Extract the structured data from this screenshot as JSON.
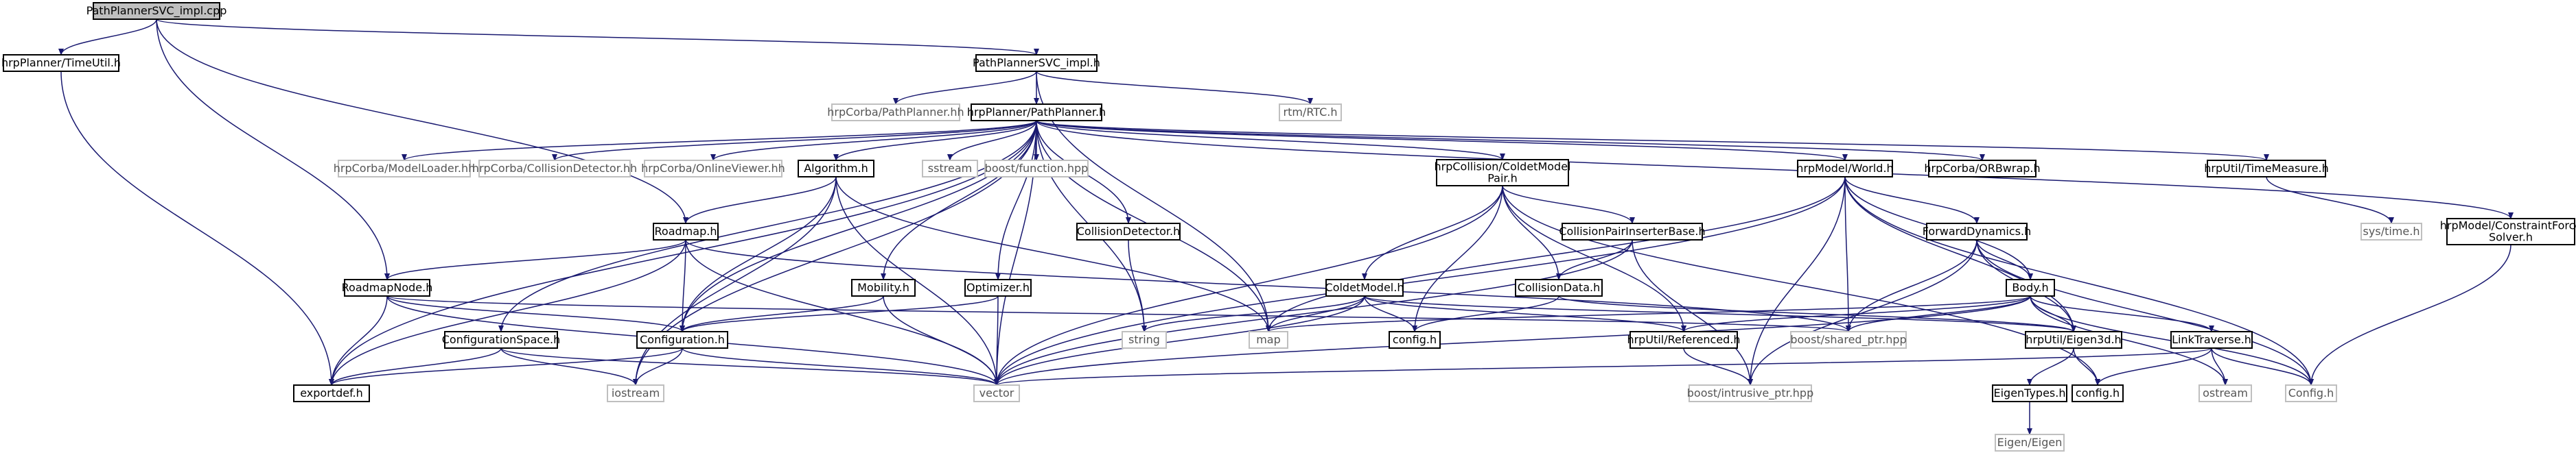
{
  "diagram": {
    "nodes": {
      "PathPlannerSVC_impl_cpp": {
        "lines": [
          "PathPlannerSVC_impl.cpp"
        ],
        "style": "root"
      },
      "hrpPlanner_TimeUtil_h": {
        "lines": [
          "hrpPlanner/TimeUtil.h"
        ],
        "style": "file"
      },
      "PathPlannerSVC_impl_h": {
        "lines": [
          "PathPlannerSVC_impl.h"
        ],
        "style": "file"
      },
      "hrpCorba_PathPlanner_hh": {
        "lines": [
          "hrpCorba/PathPlanner.hh"
        ],
        "style": "system"
      },
      "hrpPlanner_PathPlanner_h": {
        "lines": [
          "hrpPlanner/PathPlanner.h"
        ],
        "style": "file"
      },
      "rtm_RTC_h": {
        "lines": [
          "rtm/RTC.h"
        ],
        "style": "system"
      },
      "hrpCorba_ModelLoader_hh": {
        "lines": [
          "hrpCorba/ModelLoader.hh"
        ],
        "style": "system"
      },
      "hrpCorba_CollisionDetector_hh": {
        "lines": [
          "hrpCorba/CollisionDetector.hh"
        ],
        "style": "system"
      },
      "hrpCorba_OnlineViewer_hh": {
        "lines": [
          "hrpCorba/OnlineViewer.hh"
        ],
        "style": "system"
      },
      "Algorithm_h": {
        "lines": [
          "Algorithm.h"
        ],
        "style": "file"
      },
      "sstream": {
        "lines": [
          "sstream"
        ],
        "style": "system"
      },
      "boost_function_hpp": {
        "lines": [
          "boost/function.hpp"
        ],
        "style": "system"
      },
      "hrpCollision_ColdetModelPair_h": {
        "lines": [
          "hrpCollision/ColdetModel",
          "Pair.h"
        ],
        "style": "file"
      },
      "hrpModel_World_h": {
        "lines": [
          "hrpModel/World.h"
        ],
        "style": "file"
      },
      "hrpCorba_ORBwrap_h": {
        "lines": [
          "hrpCorba/ORBwrap.h"
        ],
        "style": "file"
      },
      "hrpUtil_TimeMeasure_h": {
        "lines": [
          "hrpUtil/TimeMeasure.h"
        ],
        "style": "file"
      },
      "hrpModel_ConstraintForceSolver_h": {
        "lines": [
          "hrpModel/ConstraintForce",
          "Solver.h"
        ],
        "style": "file"
      },
      "sys_time_h": {
        "lines": [
          "sys/time.h"
        ],
        "style": "system"
      },
      "Roadmap_h": {
        "lines": [
          "Roadmap.h"
        ],
        "style": "file"
      },
      "CollisionDetector_h": {
        "lines": [
          "CollisionDetector.h"
        ],
        "style": "file"
      },
      "CollisionPairInserterBase_h": {
        "lines": [
          "CollisionPairInserterBase.h"
        ],
        "style": "file"
      },
      "ForwardDynamics_h": {
        "lines": [
          "ForwardDynamics.h"
        ],
        "style": "file"
      },
      "RoadmapNode_h": {
        "lines": [
          "RoadmapNode.h"
        ],
        "style": "file"
      },
      "Mobility_h": {
        "lines": [
          "Mobility.h"
        ],
        "style": "file"
      },
      "Optimizer_h": {
        "lines": [
          "Optimizer.h"
        ],
        "style": "file"
      },
      "ColdetModel_h": {
        "lines": [
          "ColdetModel.h"
        ],
        "style": "file"
      },
      "CollisionData_h": {
        "lines": [
          "CollisionData.h"
        ],
        "style": "file"
      },
      "Body_h": {
        "lines": [
          "Body.h"
        ],
        "style": "file"
      },
      "ConfigurationSpace_h": {
        "lines": [
          "ConfigurationSpace.h"
        ],
        "style": "file"
      },
      "Configuration_h": {
        "lines": [
          "Configuration.h"
        ],
        "style": "file"
      },
      "string": {
        "lines": [
          "string"
        ],
        "style": "system"
      },
      "map": {
        "lines": [
          "map"
        ],
        "style": "system"
      },
      "config_h_lower": {
        "lines": [
          "config.h"
        ],
        "style": "file"
      },
      "hrpUtil_Referenced_h": {
        "lines": [
          "hrpUtil/Referenced.h"
        ],
        "style": "file"
      },
      "boost_shared_ptr_hpp": {
        "lines": [
          "boost/shared_ptr.hpp"
        ],
        "style": "system"
      },
      "hrpUtil_Eigen3d_h": {
        "lines": [
          "hrpUtil/Eigen3d.h"
        ],
        "style": "file"
      },
      "LinkTraverse_h": {
        "lines": [
          "LinkTraverse.h"
        ],
        "style": "file"
      },
      "exportdef_h": {
        "lines": [
          "exportdef.h"
        ],
        "style": "file"
      },
      "iostream": {
        "lines": [
          "iostream"
        ],
        "style": "system"
      },
      "vector": {
        "lines": [
          "vector"
        ],
        "style": "system"
      },
      "boost_intrusive_ptr_hpp": {
        "lines": [
          "boost/intrusive_ptr.hpp"
        ],
        "style": "system"
      },
      "config_h_util": {
        "lines": [
          "config.h"
        ],
        "style": "file"
      },
      "ostream": {
        "lines": [
          "ostream"
        ],
        "style": "system"
      },
      "Config_h": {
        "lines": [
          "Config.h"
        ],
        "style": "system"
      },
      "EigenTypes_h": {
        "lines": [
          "EigenTypes.h"
        ],
        "style": "file"
      },
      "Eigen_Eigen": {
        "lines": [
          "Eigen/Eigen"
        ],
        "style": "system"
      }
    },
    "edges": [
      [
        "PathPlannerSVC_impl_cpp",
        "hrpPlanner_TimeUtil_h"
      ],
      [
        "PathPlannerSVC_impl_cpp",
        "PathPlannerSVC_impl_h"
      ],
      [
        "PathPlannerSVC_impl_cpp",
        "Roadmap_h"
      ],
      [
        "PathPlannerSVC_impl_cpp",
        "RoadmapNode_h"
      ],
      [
        "hrpPlanner_TimeUtil_h",
        "exportdef_h"
      ],
      [
        "PathPlannerSVC_impl_h",
        "hrpCorba_PathPlanner_hh"
      ],
      [
        "PathPlannerSVC_impl_h",
        "hrpPlanner_PathPlanner_h"
      ],
      [
        "PathPlannerSVC_impl_h",
        "rtm_RTC_h"
      ],
      [
        "PathPlannerSVC_impl_h",
        "map"
      ],
      [
        "hrpPlanner_PathPlanner_h",
        "hrpCorba_ModelLoader_hh"
      ],
      [
        "hrpPlanner_PathPlanner_h",
        "hrpCorba_CollisionDetector_hh"
      ],
      [
        "hrpPlanner_PathPlanner_h",
        "hrpCorba_OnlineViewer_hh"
      ],
      [
        "hrpPlanner_PathPlanner_h",
        "Algorithm_h"
      ],
      [
        "hrpPlanner_PathPlanner_h",
        "sstream"
      ],
      [
        "hrpPlanner_PathPlanner_h",
        "boost_function_hpp"
      ],
      [
        "hrpPlanner_PathPlanner_h",
        "hrpCollision_ColdetModelPair_h"
      ],
      [
        "hrpPlanner_PathPlanner_h",
        "hrpModel_World_h"
      ],
      [
        "hrpPlanner_PathPlanner_h",
        "hrpCorba_ORBwrap_h"
      ],
      [
        "hrpPlanner_PathPlanner_h",
        "hrpUtil_TimeMeasure_h"
      ],
      [
        "hrpPlanner_PathPlanner_h",
        "hrpModel_ConstraintForceSolver_h"
      ],
      [
        "hrpPlanner_PathPlanner_h",
        "CollisionDetector_h"
      ],
      [
        "hrpPlanner_PathPlanner_h",
        "Mobility_h"
      ],
      [
        "hrpPlanner_PathPlanner_h",
        "Optimizer_h"
      ],
      [
        "hrpPlanner_PathPlanner_h",
        "ConfigurationSpace_h"
      ],
      [
        "hrpPlanner_PathPlanner_h",
        "Configuration_h"
      ],
      [
        "hrpPlanner_PathPlanner_h",
        "string"
      ],
      [
        "hrpPlanner_PathPlanner_h",
        "map"
      ],
      [
        "hrpPlanner_PathPlanner_h",
        "exportdef_h"
      ],
      [
        "hrpPlanner_PathPlanner_h",
        "iostream"
      ],
      [
        "hrpPlanner_PathPlanner_h",
        "vector"
      ],
      [
        "Algorithm_h",
        "Roadmap_h"
      ],
      [
        "Algorithm_h",
        "Configuration_h"
      ],
      [
        "Algorithm_h",
        "map"
      ],
      [
        "Algorithm_h",
        "iostream"
      ],
      [
        "Algorithm_h",
        "vector"
      ],
      [
        "Roadmap_h",
        "RoadmapNode_h"
      ],
      [
        "Roadmap_h",
        "Configuration_h"
      ],
      [
        "Roadmap_h",
        "exportdef_h"
      ],
      [
        "Roadmap_h",
        "boost_shared_ptr_hpp"
      ],
      [
        "Roadmap_h",
        "vector"
      ],
      [
        "RoadmapNode_h",
        "Configuration_h"
      ],
      [
        "RoadmapNode_h",
        "exportdef_h"
      ],
      [
        "RoadmapNode_h",
        "boost_shared_ptr_hpp"
      ],
      [
        "RoadmapNode_h",
        "vector"
      ],
      [
        "Mobility_h",
        "Configuration_h"
      ],
      [
        "Mobility_h",
        "vector"
      ],
      [
        "Optimizer_h",
        "Configuration_h"
      ],
      [
        "Optimizer_h",
        "vector"
      ],
      [
        "Configuration_h",
        "exportdef_h"
      ],
      [
        "Configuration_h",
        "iostream"
      ],
      [
        "Configuration_h",
        "vector"
      ],
      [
        "ConfigurationSpace_h",
        "exportdef_h"
      ],
      [
        "ConfigurationSpace_h",
        "iostream"
      ],
      [
        "ConfigurationSpace_h",
        "vector"
      ],
      [
        "CollisionDetector_h",
        "string"
      ],
      [
        "hrpCollision_ColdetModelPair_h",
        "ColdetModel_h"
      ],
      [
        "hrpCollision_ColdetModelPair_h",
        "CollisionPairInserterBase_h"
      ],
      [
        "hrpCollision_ColdetModelPair_h",
        "CollisionData_h"
      ],
      [
        "hrpCollision_ColdetModelPair_h",
        "config_h_lower"
      ],
      [
        "hrpCollision_ColdetModelPair_h",
        "hrpUtil_Referenced_h"
      ],
      [
        "hrpCollision_ColdetModelPair_h",
        "config_h_util"
      ],
      [
        "hrpCollision_ColdetModelPair_h",
        "vector"
      ],
      [
        "ColdetModel_h",
        "config_h_lower"
      ],
      [
        "ColdetModel_h",
        "string"
      ],
      [
        "ColdetModel_h",
        "map"
      ],
      [
        "ColdetModel_h",
        "hrpUtil_Referenced_h"
      ],
      [
        "ColdetModel_h",
        "hrpUtil_Eigen3d_h"
      ],
      [
        "ColdetModel_h",
        "vector"
      ],
      [
        "CollisionPairInserterBase_h",
        "CollisionData_h"
      ],
      [
        "CollisionPairInserterBase_h",
        "boost_intrusive_ptr_hpp"
      ],
      [
        "CollisionPairInserterBase_h",
        "vector"
      ],
      [
        "CollisionData_h",
        "config_h_lower"
      ],
      [
        "CollisionData_h",
        "hrpUtil_Eigen3d_h"
      ],
      [
        "hrpModel_World_h",
        "ForwardDynamics_h"
      ],
      [
        "hrpModel_World_h",
        "Body_h"
      ],
      [
        "hrpModel_World_h",
        "map"
      ],
      [
        "hrpModel_World_h",
        "boost_shared_ptr_hpp"
      ],
      [
        "hrpModel_World_h",
        "hrpUtil_Eigen3d_h"
      ],
      [
        "hrpModel_World_h",
        "vector"
      ],
      [
        "hrpModel_World_h",
        "boost_intrusive_ptr_hpp"
      ],
      [
        "hrpModel_World_h",
        "Config_h"
      ],
      [
        "ForwardDynamics_h",
        "Body_h"
      ],
      [
        "ForwardDynamics_h",
        "boost_shared_ptr_hpp"
      ],
      [
        "ForwardDynamics_h",
        "hrpUtil_Eigen3d_h"
      ],
      [
        "ForwardDynamics_h",
        "boost_intrusive_ptr_hpp"
      ],
      [
        "ForwardDynamics_h",
        "Config_h"
      ],
      [
        "Body_h",
        "hrpUtil_Referenced_h"
      ],
      [
        "Body_h",
        "hrpUtil_Eigen3d_h"
      ],
      [
        "Body_h",
        "LinkTraverse_h"
      ],
      [
        "Body_h",
        "boost_shared_ptr_hpp"
      ],
      [
        "Body_h",
        "map"
      ],
      [
        "Body_h",
        "vector"
      ],
      [
        "Body_h",
        "ostream"
      ],
      [
        "Body_h",
        "Config_h"
      ],
      [
        "LinkTraverse_h",
        "config_h_util"
      ],
      [
        "LinkTraverse_h",
        "vector"
      ],
      [
        "LinkTraverse_h",
        "ostream"
      ],
      [
        "LinkTraverse_h",
        "Config_h"
      ],
      [
        "hrpUtil_Referenced_h",
        "boost_intrusive_ptr_hpp"
      ],
      [
        "hrpUtil_Eigen3d_h",
        "EigenTypes_h"
      ],
      [
        "hrpUtil_Eigen3d_h",
        "config_h_util"
      ],
      [
        "EigenTypes_h",
        "Eigen_Eigen"
      ],
      [
        "hrpUtil_TimeMeasure_h",
        "sys_time_h"
      ],
      [
        "hrpModel_ConstraintForceSolver_h",
        "Config_h"
      ]
    ]
  }
}
